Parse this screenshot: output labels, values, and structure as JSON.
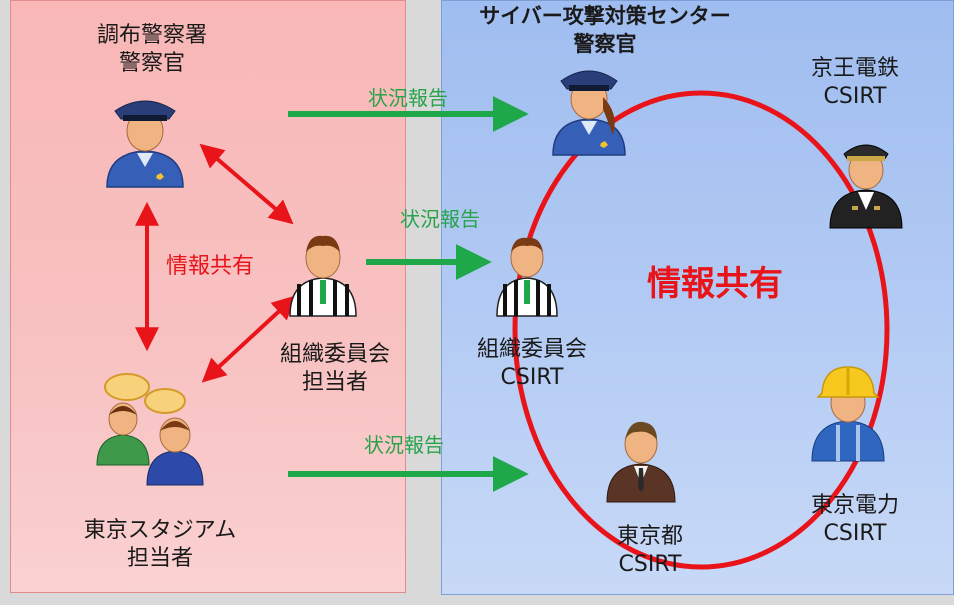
{
  "left": {
    "police": {
      "line1": "調布警察署",
      "line2": "警察官"
    },
    "committee": {
      "line1": "組織委員会",
      "line2": "担当者"
    },
    "stadium": {
      "line1": "東京スタジアム",
      "line2": "担当者"
    },
    "share_label": "情報共有"
  },
  "right": {
    "center": {
      "line1": "サイバー攻撃対策センター",
      "line2": "警察官"
    },
    "keio": {
      "line1": "京王電鉄",
      "line2": "CSIRT"
    },
    "committee": {
      "line1": "組織委員会",
      "line2": "CSIRT"
    },
    "metro": {
      "line1": "東京都",
      "line2": "CSIRT"
    },
    "power": {
      "line1": "東京電力",
      "line2": "CSIRT"
    },
    "share_label": "情報共有"
  },
  "arrows": {
    "top": "状況報告",
    "middle": "状況報告",
    "bottom": "状況報告"
  },
  "colors": {
    "report_arrow": "#1fa84a",
    "share_arrow": "#e8141a",
    "circle": "#e8141a"
  }
}
